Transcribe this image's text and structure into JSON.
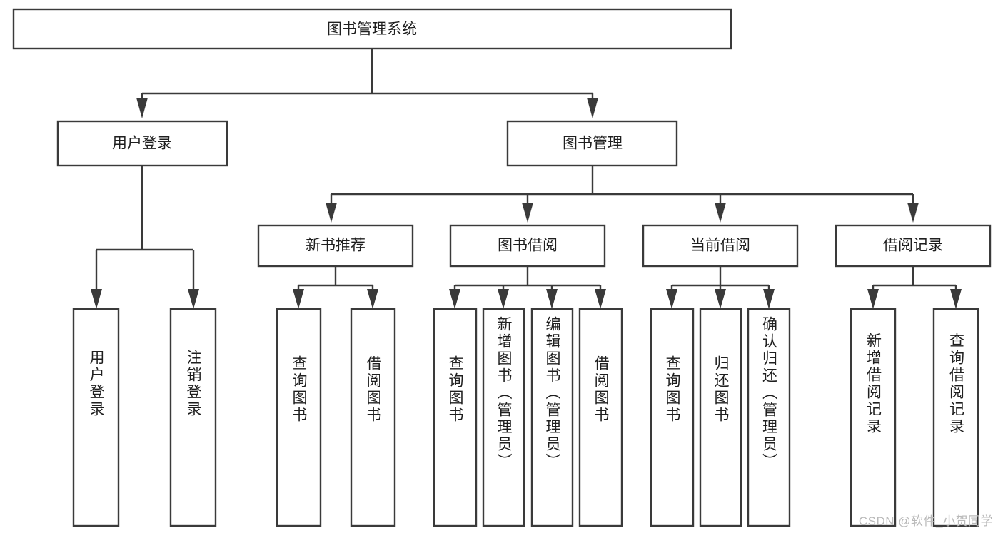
{
  "diagram": {
    "title": "图书管理系统",
    "watermark": "CSDN @软件_小贺同学",
    "colors": {
      "box_stroke": "#3a3a3a",
      "box_fill": "#ffffff",
      "text": "#1f1f1f",
      "background": "#ffffff",
      "watermark": "#b9b9b9"
    },
    "root": {
      "label": "图书管理系统"
    },
    "level2": [
      {
        "label": "用户登录"
      },
      {
        "label": "图书管理"
      }
    ],
    "level3": [
      {
        "label": "新书推荐"
      },
      {
        "label": "图书借阅"
      },
      {
        "label": "当前借阅"
      },
      {
        "label": "借阅记录"
      }
    ],
    "leaves": {
      "user_login": [
        {
          "label": "用户登录"
        },
        {
          "label": "注销登录"
        }
      ],
      "new_book": [
        {
          "label": "查询图书"
        },
        {
          "label": "借阅图书"
        }
      ],
      "book_borrow": [
        {
          "label": "查询图书"
        },
        {
          "label": "新增图书（管理员）"
        },
        {
          "label": "编辑图书（管理员）"
        },
        {
          "label": "借阅图书"
        }
      ],
      "current_borrow": [
        {
          "label": "查询图书"
        },
        {
          "label": "归还图书"
        },
        {
          "label": "确认归还（管理员）"
        }
      ],
      "borrow_record": [
        {
          "label": "新增借阅记录"
        },
        {
          "label": "查询借阅记录"
        }
      ]
    }
  }
}
